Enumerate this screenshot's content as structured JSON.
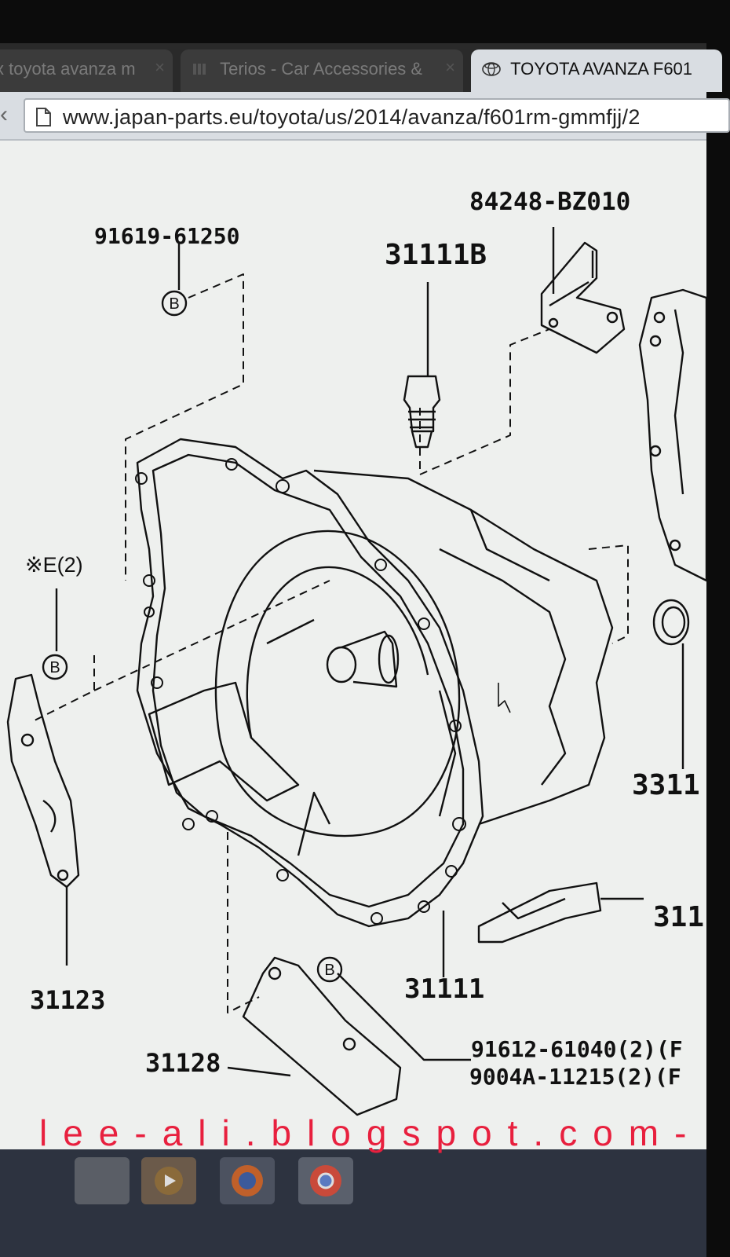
{
  "browser": {
    "tabs": [
      {
        "label": "x toyota avanza m",
        "close": "×",
        "active": false
      },
      {
        "label": "Terios - Car Accessories &",
        "close": "×",
        "active": false
      },
      {
        "label": "TOYOTA AVANZA F601",
        "close": "",
        "active": true
      }
    ],
    "url": "www.japan-parts.eu/toyota/us/2014/avanza/f601rm-gmmfjj/2"
  },
  "diagram": {
    "labels": {
      "p84248": "84248-BZ010",
      "p91619": "91619-61250",
      "p31111b": "31111B",
      "pE2": "※E(2)",
      "p3311": "3311",
      "p311": "311",
      "p31123": "31123",
      "p31111": "31111",
      "p31128": "31128",
      "p91612": "91612-61040(2)(F",
      "p9004a": "9004A-11215(2)(F",
      "b1": "B",
      "b2": "B",
      "b3": "B"
    }
  },
  "watermark": "lee-ali.blogspot.com-",
  "colors": {
    "watermark": "#e8203e",
    "paper": "#eef0ee",
    "ink": "#111111"
  }
}
